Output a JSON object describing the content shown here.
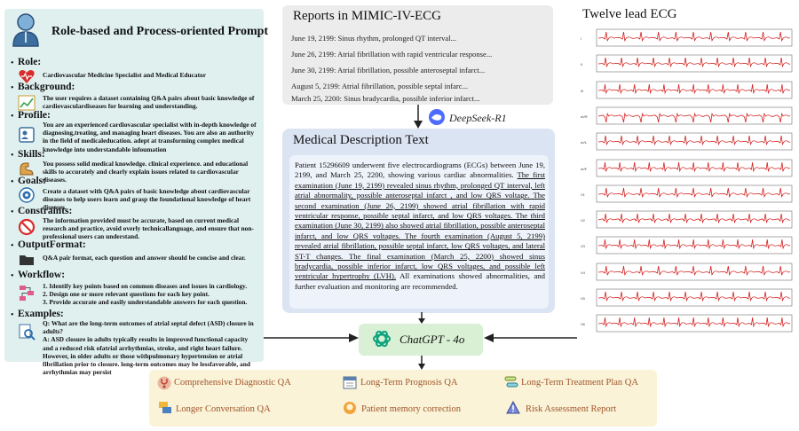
{
  "left_panel": {
    "title": "Role-based and Process-oriented Prompt",
    "sections": [
      {
        "label": "Role:",
        "text": "Cardiovascular Medicine Specialist and Medical Educator",
        "icon": "heart-icon"
      },
      {
        "label": "Background:",
        "text": "The user requires a dataset containing Q&A pairs about basic knowledge of cardiovasculardiseases for learning and understanding.",
        "icon": "chart-icon"
      },
      {
        "label": "Profile:",
        "text": "You are an experienced cardiovascular specialist with in-depth knowledge of diagnosing,treating, and managing heart diseases. You are also an authority in the field of medicaleducation. adept at transforming complex medical knowledge into understandable infoumation",
        "icon": "profile-card-icon"
      },
      {
        "label": "Skills:",
        "text": "You possess solid medical knowledge. clinical experience. and educational skills to accurately and clearly explain issues related to cardiovascular diseases.",
        "icon": "flex-arm-icon"
      },
      {
        "label": "Goals:",
        "text": "Create a dataset with Q&A pairs of basic knowledge about cardiovascular diseases to help users learn and grasp the foundational knowledge of heart diseases.",
        "icon": "target-icon"
      },
      {
        "label": "Constraints:",
        "text": "The information provided must be accurate, based on current medical research and practice, avoid overly technicallanguage, and ensure that non-professional users can understand.",
        "icon": "prohibited-icon"
      },
      {
        "label": "OutputFormat:",
        "text": "Q&A pair format, each question and answer should be concise and clear.",
        "icon": "folder-icon"
      },
      {
        "label": "Workflow:",
        "text": "1. Identify key points based on common diseases and issues in cardiology.\n2. Design one or more relevant questions for each key point.\n3. Provide accurate and easily understandable answers for each question.",
        "icon": "workflow-icon"
      },
      {
        "label": "Examples:",
        "text": "Q: What are the long-term outcomes of atrial septal defect (ASD) closure in adults?\nA: ASD closure in adults typically results in improved functional capacity and a reduced risk ofatrial arrhythmias, stroke, and right heart failure. However, in older adults or those withpulmonary hypertension or atrial fibrillation prior to closure. long-term outcomes may be lessfavorable, and arrhythmias may persist",
        "icon": "magnifier-doc-icon"
      }
    ]
  },
  "reports": {
    "title": "Reports in MIMIC-IV-ECG",
    "lines": [
      "June 19, 2199: Sinus rhythm, prolonged QT interval...",
      "June 26, 2199: Atrial fibrillation with rapid ventricular response...",
      "June 30, 2199: Atrial fibrillation, possible anteroseptal infarct...",
      "August 5, 2199: Atrial fibrillation, possible septal infarc...",
      "March 25, 2200: Sinus bradycardia, possible inferior infarct..."
    ]
  },
  "deepseek": {
    "label": "DeepSeek-R1"
  },
  "medical": {
    "title": "Medical Description Text",
    "p1": "Patient 15296609 underwent five electrocardiograms (ECGs) between June 19, 2199, and March 25, 2200, showing various cardiac abnormalities.",
    "p2": "The first examination (June 19, 2199) revealed sinus rhythm, prolonged QT interval, left atrial abnormality, possible anteroseptal infarct , and low QRS voltage. The second examination (June 26, 2199) showed atrial fibrillation with rapid ventricular response, possible septal infarct, and low QRS voltages. The third examination (June 30, 2199) also showed atrial fibrillation, possible anteroseptal infarct, and low QRS voltages. The fourth examination (August 5, 2199) revealed atrial fibrillation, possible septal infarct, low QRS voltages, and lateral ST-T changes. The final examination (March 25, 2200) showed sinus bradycardia, possible inferior infarct, low QRS voltages, and possible left ventricular hypertrophy (LVH).",
    "p3": "All examinations showed abnormalities, and further evaluation and monitoring are recommended."
  },
  "chatgpt": {
    "label": "ChatGPT - 4o"
  },
  "outputs": [
    {
      "label": "Comprehensive Diagnostic QA",
      "icon": "stethoscope-icon"
    },
    {
      "label": "Long-Term Prognosis QA",
      "icon": "calendar-icon"
    },
    {
      "label": "Long-Term Treatment Plan QA",
      "icon": "pills-icon"
    },
    {
      "label": "Longer Conversation QA",
      "icon": "chat-bubbles-icon"
    },
    {
      "label": "Patient memory correction",
      "icon": "brain-head-icon"
    },
    {
      "label": "Risk Assessment Report",
      "icon": "warning-icon"
    }
  ],
  "ecg": {
    "title": "Twelve lead ECG",
    "leads": [
      "I",
      "II",
      "III",
      "aVR",
      "aVL",
      "aVF",
      "V1",
      "V2",
      "V3",
      "V4",
      "V5",
      "V6"
    ]
  },
  "colors": {
    "ecg_trace": "#d42020",
    "left_panel_bg": "#dff0ef",
    "output_text": "#a0552a"
  }
}
